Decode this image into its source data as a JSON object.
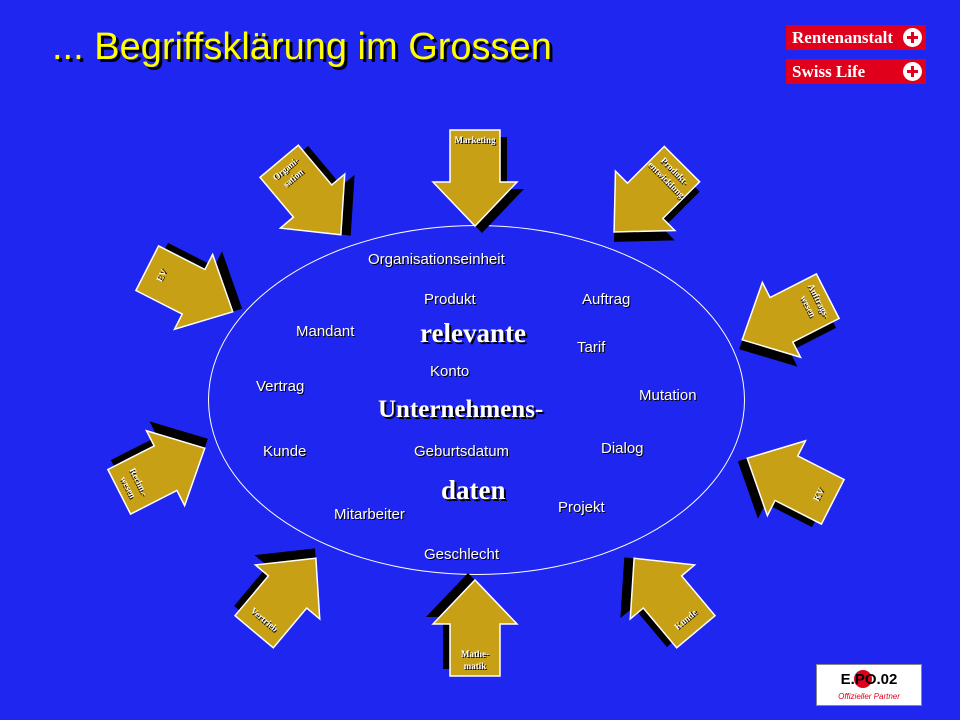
{
  "slide": {
    "title": "... Begriffsklärung im Grossen"
  },
  "logos": {
    "rentenanstalt": "Rentenanstalt",
    "swisslife": "Swiss Life",
    "expo": "E.PO.02",
    "expo_sub": "Offizieller Partner"
  },
  "center": {
    "line1": "relevante",
    "line2": "Unternehmens-",
    "line3": "daten"
  },
  "terms": {
    "organisationseinheit": "Organisationseinheit",
    "produkt": "Produkt",
    "auftrag": "Auftrag",
    "mandant": "Mandant",
    "tarif": "Tarif",
    "konto": "Konto",
    "vertrag": "Vertrag",
    "mutation": "Mutation",
    "kunde": "Kunde",
    "geburtsdatum": "Geburtsdatum",
    "dialog": "Dialog",
    "mitarbeiter": "Mitarbeiter",
    "projekt": "Projekt",
    "geschlecht": "Geschlecht"
  },
  "arrows": {
    "marketing": "Marketing",
    "produktentwicklung": "Produkt-\nentwicklung",
    "auftragswesen": "Auftrags-\nwesen",
    "kv": "KV",
    "kunde": "Kunde",
    "mathematik": "Mathe-\nmatik",
    "vertrieb": "Vertrieb",
    "rechnungswesen": "Rechn.-\nwesen",
    "ev": "EV",
    "organisation": "Organi-\nsation"
  },
  "colors": {
    "background": "#1f26f0",
    "title": "#ffff00",
    "arrow_fill": "#c8a016",
    "logo_red": "#e0001b"
  }
}
